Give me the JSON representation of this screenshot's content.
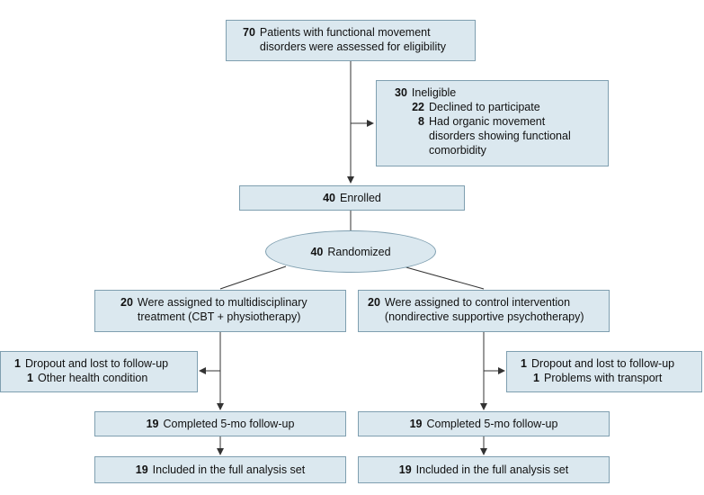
{
  "assessed": {
    "n": "70",
    "text": "Patients with functional movement disorders were assessed for eligibility"
  },
  "ineligible": {
    "n": "30",
    "label": "Ineligible",
    "reasons": [
      {
        "n": "22",
        "text": "Declined to participate"
      },
      {
        "n": "8",
        "text": "Had organic movement disorders showing functional comorbidity"
      }
    ]
  },
  "enrolled": {
    "n": "40",
    "text": "Enrolled"
  },
  "randomized": {
    "n": "40",
    "text": "Randomized"
  },
  "left": {
    "assigned": {
      "n": "20",
      "text": "Were assigned to multidisciplinary treatment (CBT + physiotherapy)"
    },
    "loss": [
      {
        "n": "1",
        "text": "Dropout and lost to follow-up"
      },
      {
        "n": "1",
        "text": "Other health condition"
      }
    ],
    "followup": {
      "n": "19",
      "text": "Completed 5-mo follow-up"
    },
    "analysis": {
      "n": "19",
      "text": "Included in the full analysis set"
    }
  },
  "right": {
    "assigned": {
      "n": "20",
      "text": "Were assigned to control intervention (nondirective supportive psychotherapy)"
    },
    "loss": [
      {
        "n": "1",
        "text": "Dropout and lost to follow-up"
      },
      {
        "n": "1",
        "text": "Problems with transport"
      }
    ],
    "followup": {
      "n": "19",
      "text": "Completed 5-mo follow-up"
    },
    "analysis": {
      "n": "19",
      "text": "Included in the full analysis set"
    }
  }
}
